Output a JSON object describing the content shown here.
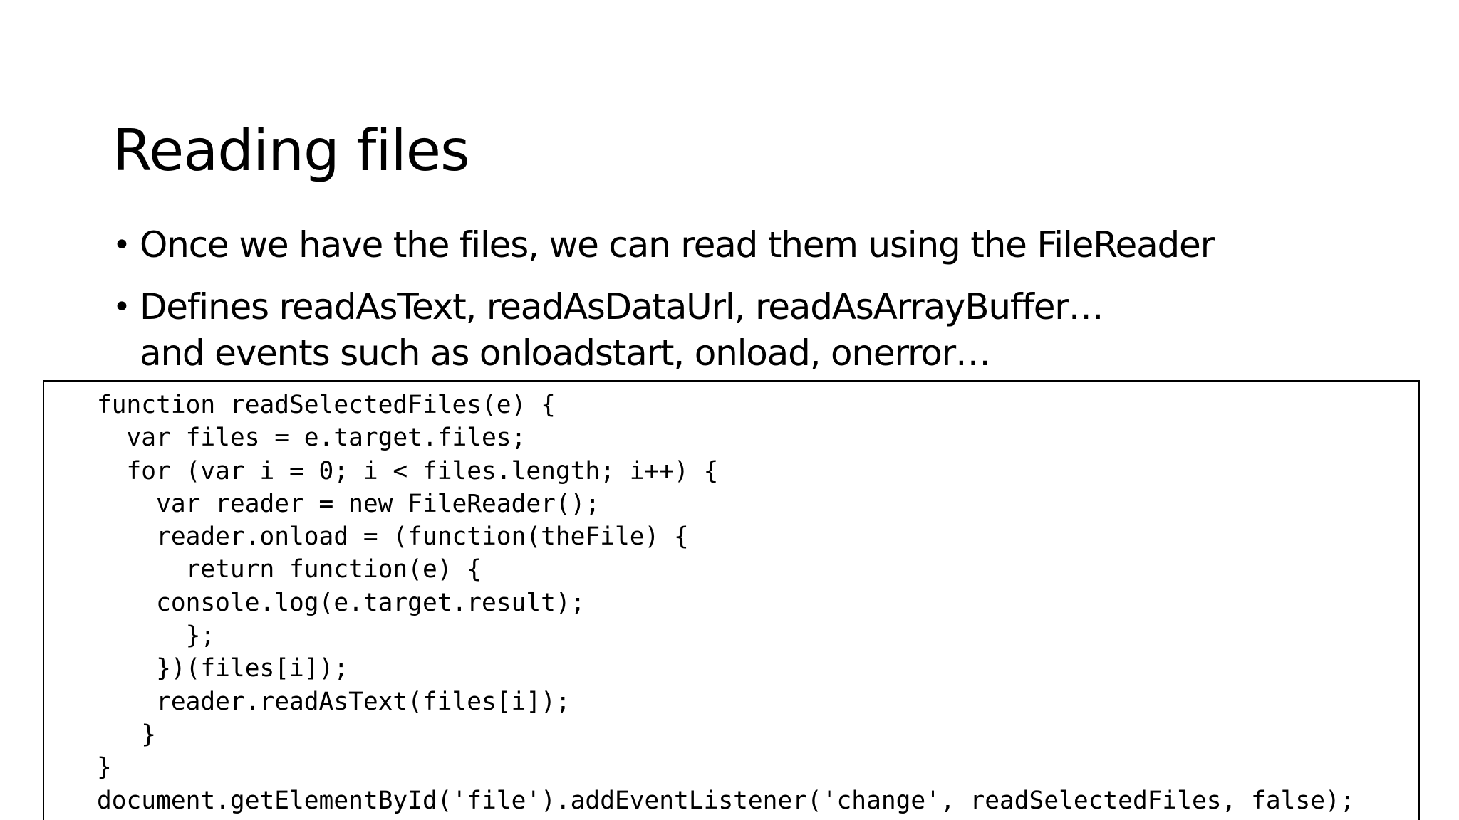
{
  "slide": {
    "title": "Reading files",
    "bullets": [
      {
        "lines": [
          "Once we have the files, we can read them using the FileReader"
        ]
      },
      {
        "lines": [
          "Defines readAsText, readAsDataUrl, readAsArrayBuffer…",
          "and events such as onloadstart, onload, onerror…"
        ]
      }
    ],
    "code_lines": [
      "function readSelectedFiles(e) {",
      "  var files = e.target.files;",
      "  for (var i = 0; i < files.length; i++) {",
      "    var reader = new FileReader();",
      "    reader.onload = (function(theFile) {",
      "      return function(e) {",
      "    console.log(e.target.result);",
      "      };",
      "    })(files[i]);",
      "    reader.readAsText(files[i]);",
      "   }",
      "}",
      "document.getElementById('file').addEventListener('change', readSelectedFiles, false);"
    ]
  }
}
